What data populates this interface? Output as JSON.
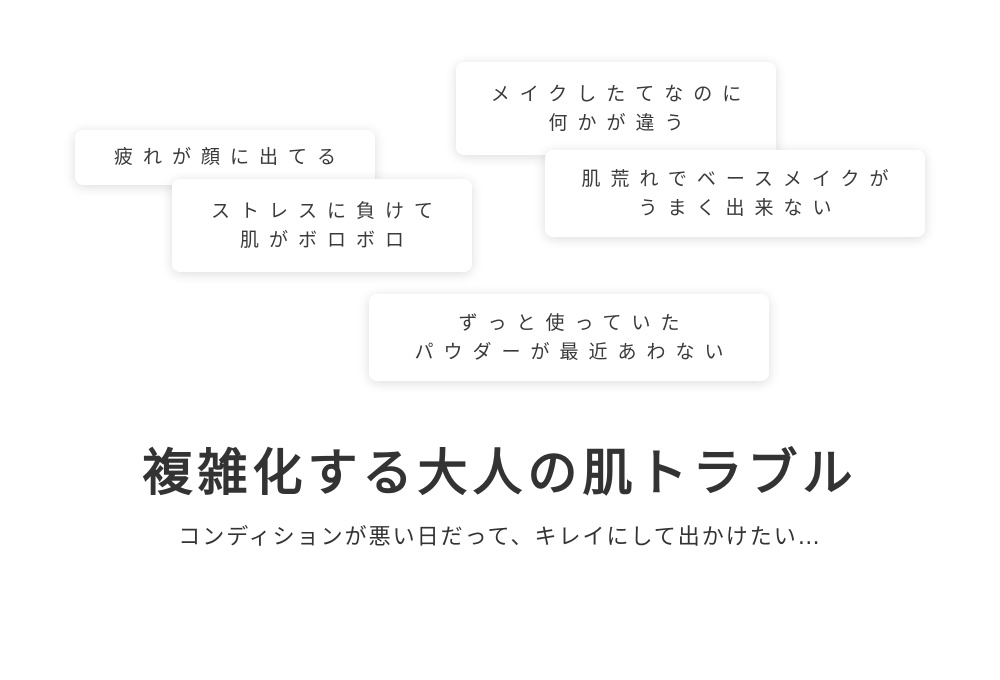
{
  "bubbles": [
    {
      "lines": [
        "疲れが顔に出てる"
      ]
    },
    {
      "lines": [
        "ストレスに負けて",
        "肌がボロボロ"
      ]
    },
    {
      "lines": [
        "メイクしたてなのに",
        "何かが違う"
      ]
    },
    {
      "lines": [
        "肌荒れでベースメイクが",
        "うまく出来ない"
      ]
    },
    {
      "lines": [
        "ずっと使っていた",
        "パウダーが最近あわない"
      ]
    }
  ],
  "headline": "複雑化する大人の肌トラブル",
  "subline": "コンディションが悪い日だって、キレイにして出かけたい…"
}
